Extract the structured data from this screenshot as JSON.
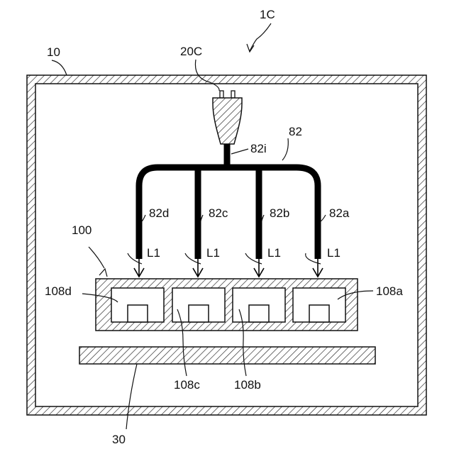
{
  "figure": {
    "labels": {
      "assembly": "1C",
      "chamber": "10",
      "source": "20C",
      "fiber_bundle": "82",
      "input_fiber": "82i",
      "fiber_a": "82a",
      "fiber_b": "82b",
      "fiber_c": "82c",
      "fiber_d": "82d",
      "substrate": "100",
      "beam_1": "L1",
      "beam_2": "L1",
      "beam_3": "L1",
      "beam_4": "L1",
      "cell_a": "108a",
      "cell_b": "108b",
      "cell_c": "108c",
      "cell_d": "108d",
      "stage": "30"
    }
  }
}
